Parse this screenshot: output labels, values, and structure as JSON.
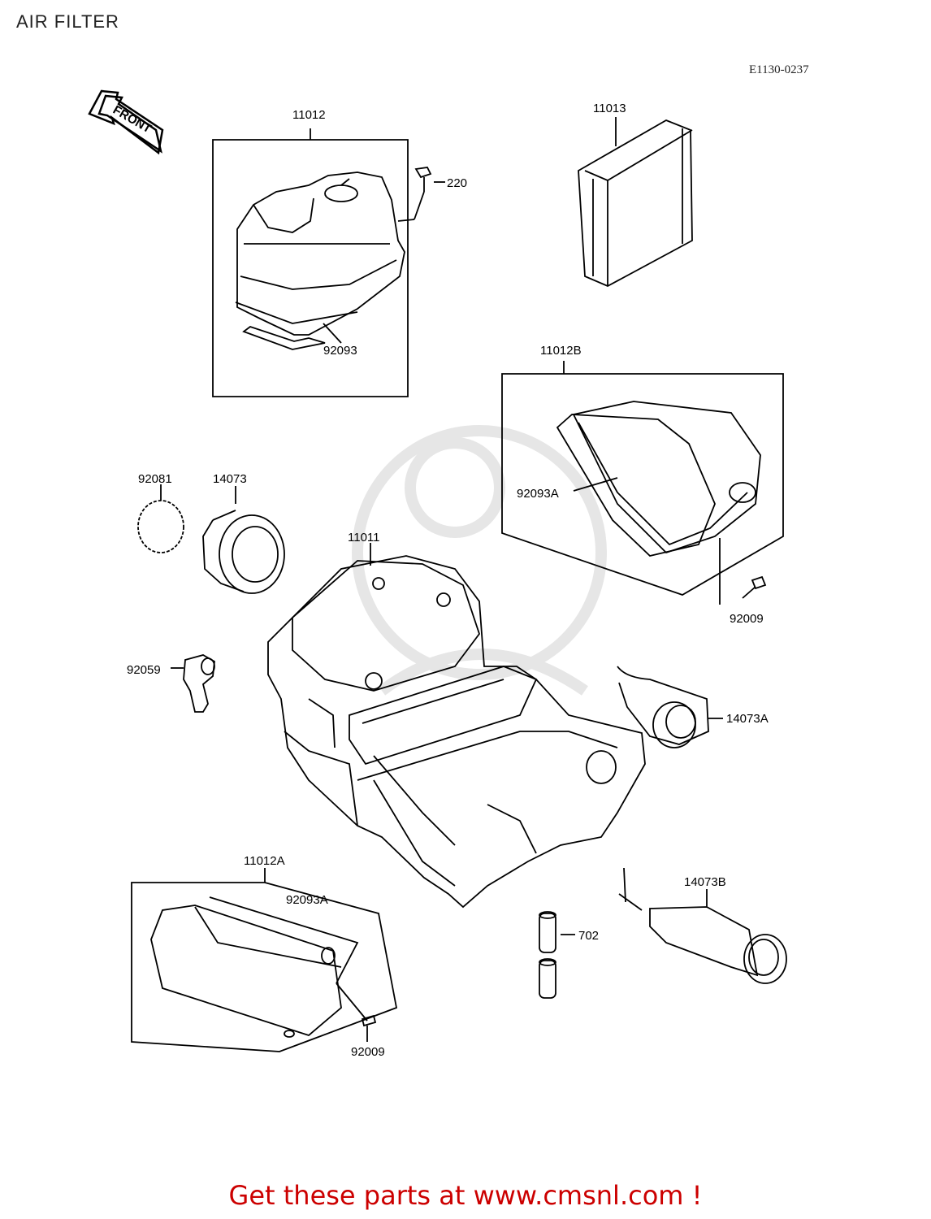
{
  "page": {
    "title": "AIR FILTER",
    "diagram_code": "E1130-0237"
  },
  "front_arrow": {
    "label": "FRONT"
  },
  "parts": {
    "p11012": "11012",
    "p220": "220",
    "p92093": "92093",
    "p11013": "11013",
    "p11012B": "11012B",
    "p92093A_top": "92093A",
    "p92009_top": "92009",
    "p92081": "92081",
    "p14073": "14073",
    "p11011": "11011",
    "p92059": "92059",
    "p14073A": "14073A",
    "p11012A": "11012A",
    "p92093A_bottom": "92093A",
    "p92009_bottom": "92009",
    "p702": "702",
    "p14073B": "14073B"
  },
  "footer": {
    "cta": "Get these parts at www.cmsnl.com !"
  },
  "colors": {
    "line": "#000000",
    "footer_text": "#cc0000",
    "watermark": "#e6e6e6"
  }
}
